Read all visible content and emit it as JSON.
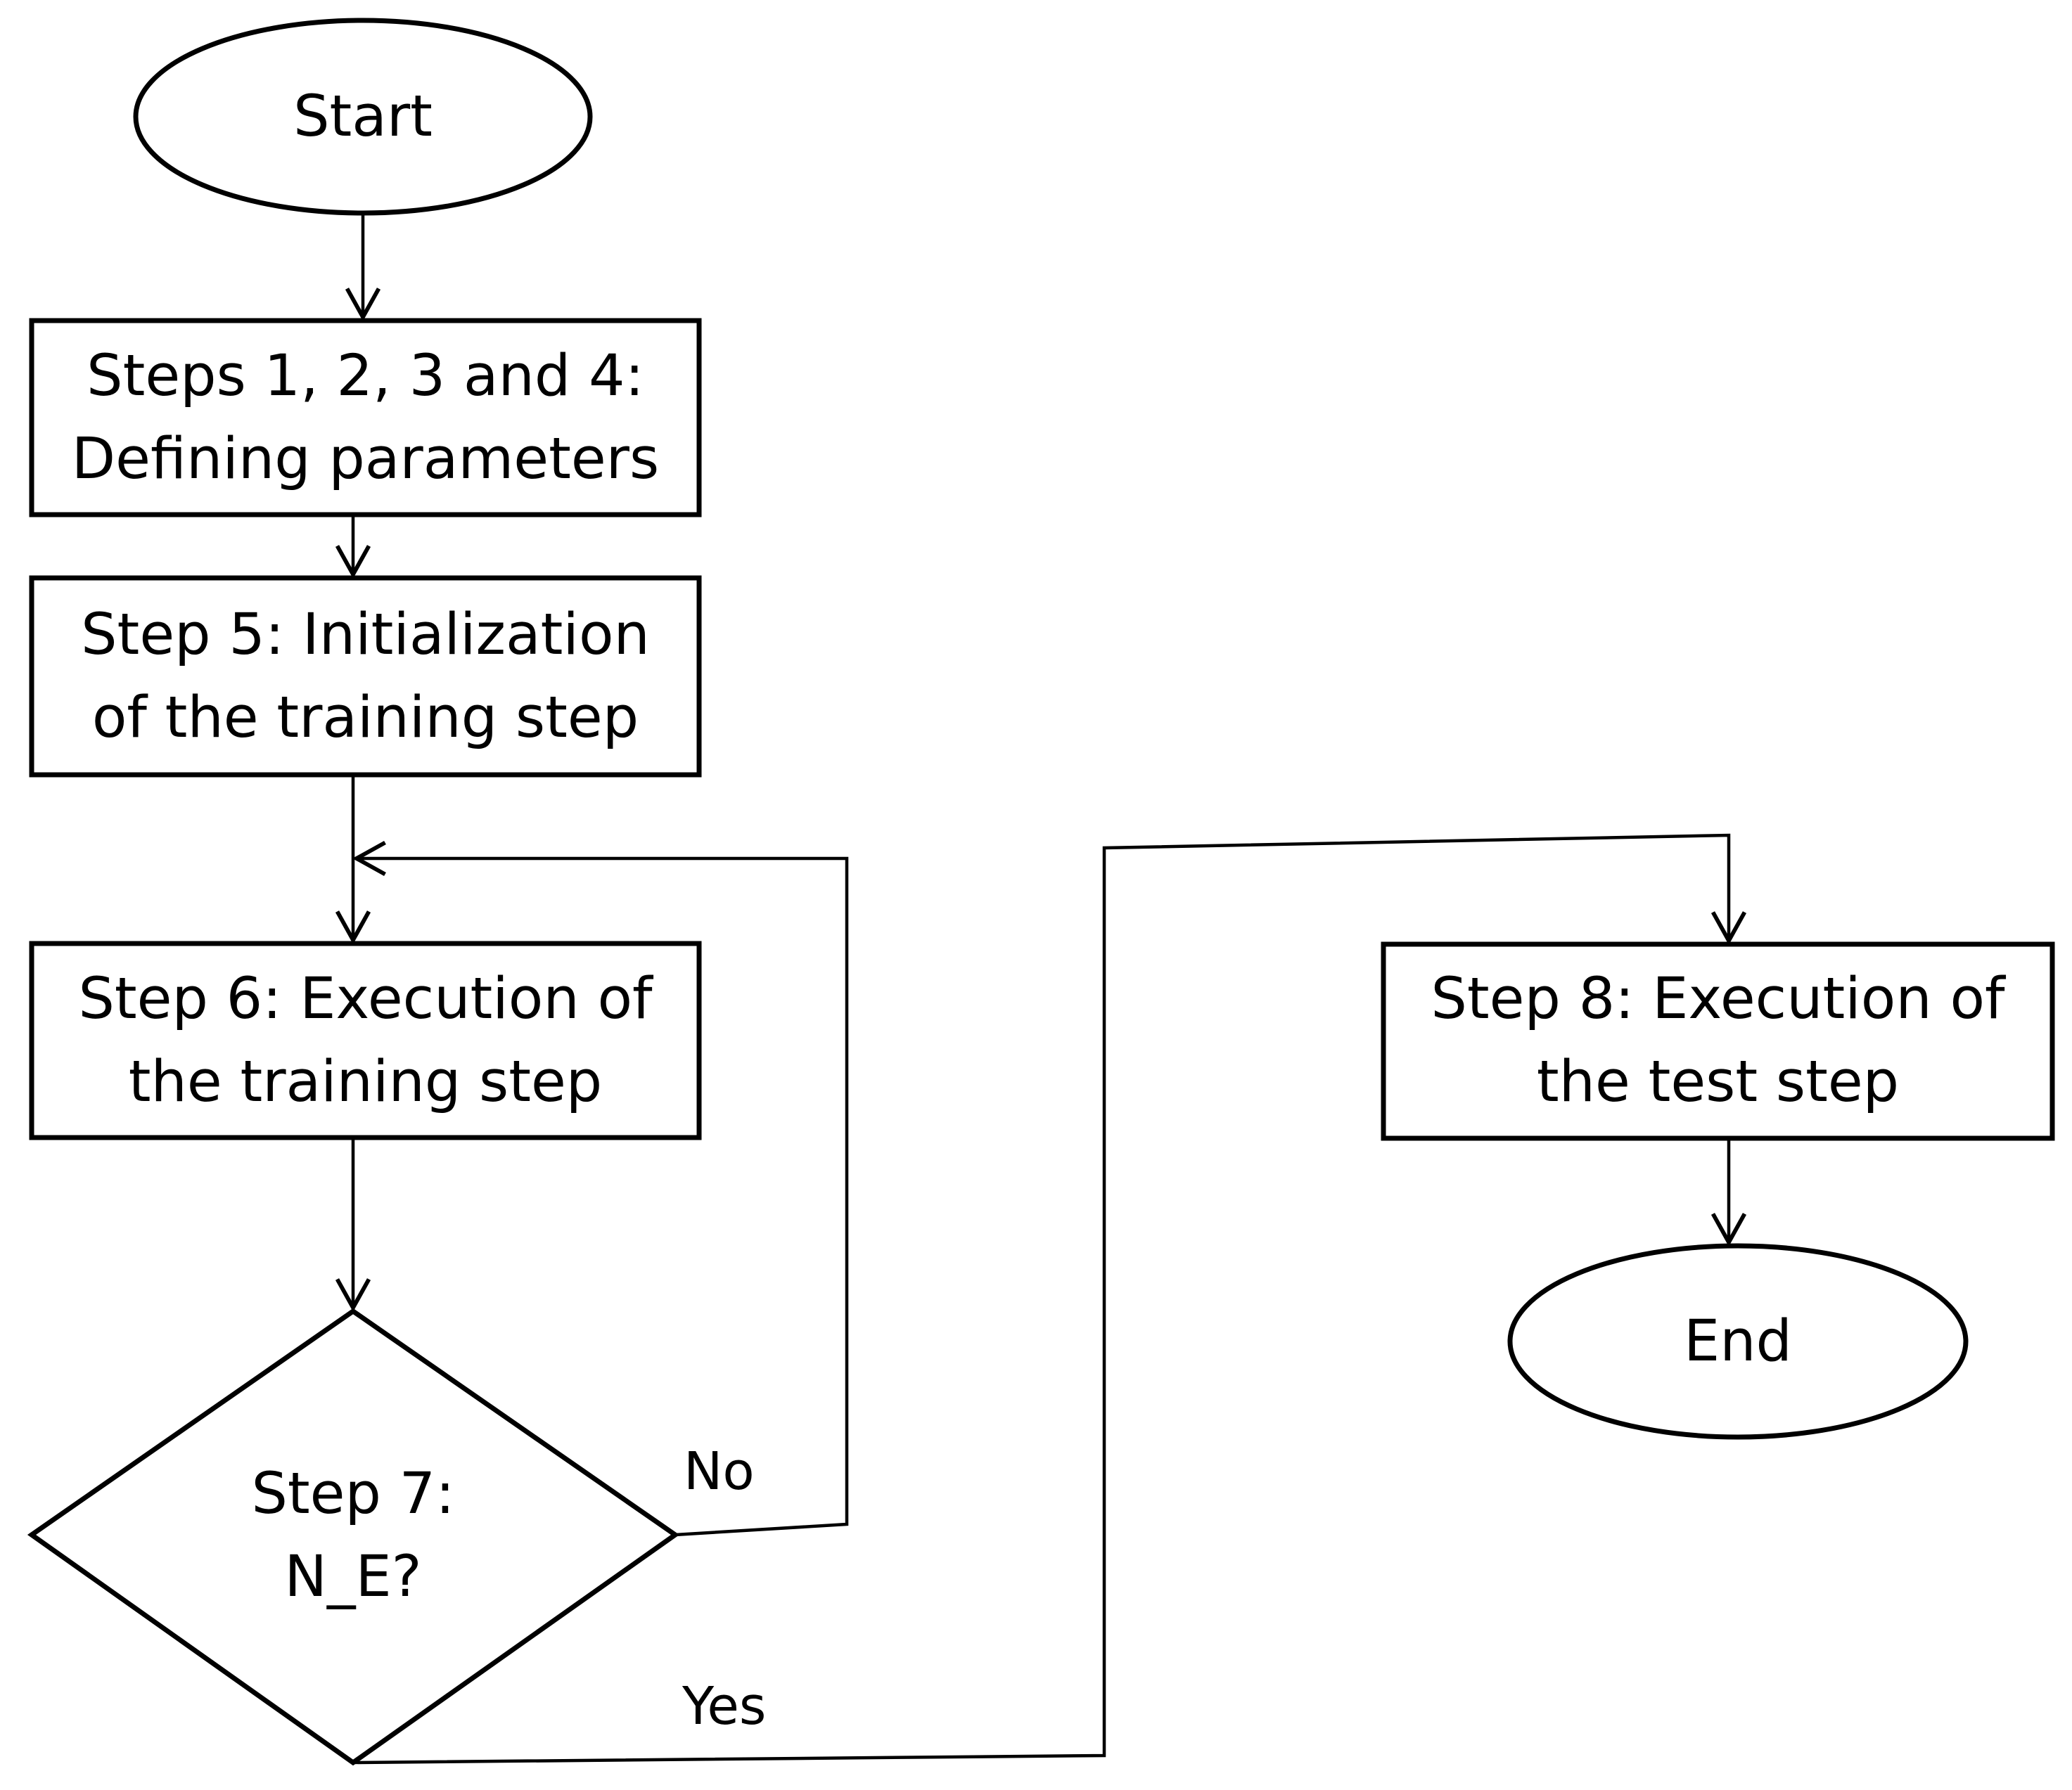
{
  "nodes": {
    "start": {
      "text": "Start"
    },
    "steps_1_4": {
      "line1": "Steps 1, 2, 3 and 4:",
      "line2": "Defining parameters"
    },
    "step_5": {
      "line1": "Step 5: Initialization",
      "line2": "of the training step"
    },
    "step_6": {
      "line1": "Step 6: Execution of",
      "line2": "the training step"
    },
    "step_7": {
      "line1": "Step 7:",
      "line2": "N_E?"
    },
    "step_8": {
      "line1": "Step 8: Execution of",
      "line2": "the test step"
    },
    "end": {
      "text": "End"
    }
  },
  "edges": {
    "no_label": "No",
    "yes_label": "Yes"
  }
}
